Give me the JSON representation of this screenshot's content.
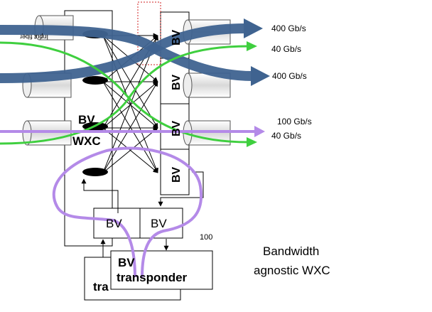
{
  "outputs": {
    "rate_1": "400 Gb/s",
    "rate_2": "40 Gb/s",
    "rate_3": "400 Gb/s",
    "rate_4": "100 Gb/s",
    "rate_5": "40 Gb/s"
  },
  "input_fiber_label": "Input fiber",
  "wxc_label_line1": "BV",
  "wxc_label_line2": "WXC",
  "bv_output_blocks": [
    "BV",
    "BV",
    "BV",
    "BV"
  ],
  "bv_add_drop": [
    "BV",
    "BV"
  ],
  "transponder_front_line1": "BV",
  "transponder_front_line2": "transponder",
  "transponder_back_label": "tra",
  "number_label": "100",
  "caption_line1": "Bandwidth",
  "caption_line2": "agnostic WXC",
  "colors": {
    "blue": "#3f6390",
    "green": "#3fcf3f",
    "purple": "#b48ae8"
  }
}
